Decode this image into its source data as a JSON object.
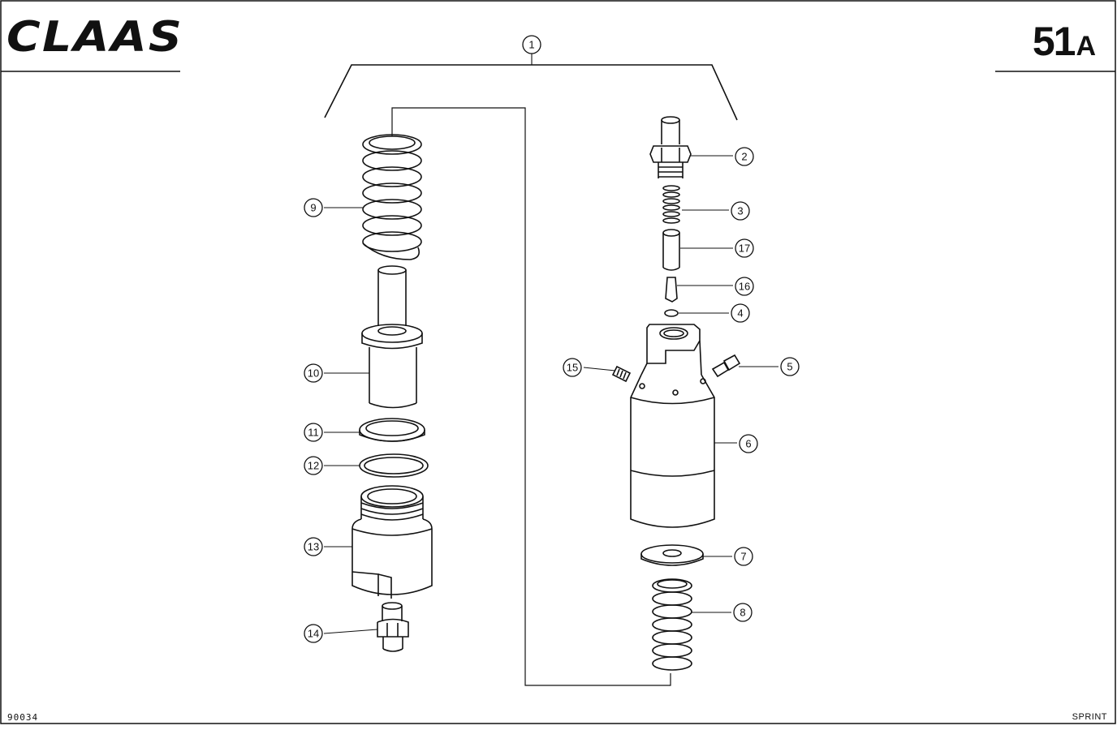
{
  "header": {
    "brand": "CLAAS",
    "page_number": "51",
    "page_suffix": "A"
  },
  "footer": {
    "drawing_code": "90034",
    "model": "SPRINT"
  },
  "diagram": {
    "callouts": [
      {
        "label": "1"
      },
      {
        "label": "2"
      },
      {
        "label": "3"
      },
      {
        "label": "17"
      },
      {
        "label": "16"
      },
      {
        "label": "4"
      },
      {
        "label": "15"
      },
      {
        "label": "5"
      },
      {
        "label": "6"
      },
      {
        "label": "7"
      },
      {
        "label": "8"
      },
      {
        "label": "9"
      },
      {
        "label": "10"
      },
      {
        "label": "11"
      },
      {
        "label": "12"
      },
      {
        "label": "13"
      },
      {
        "label": "14"
      }
    ]
  }
}
